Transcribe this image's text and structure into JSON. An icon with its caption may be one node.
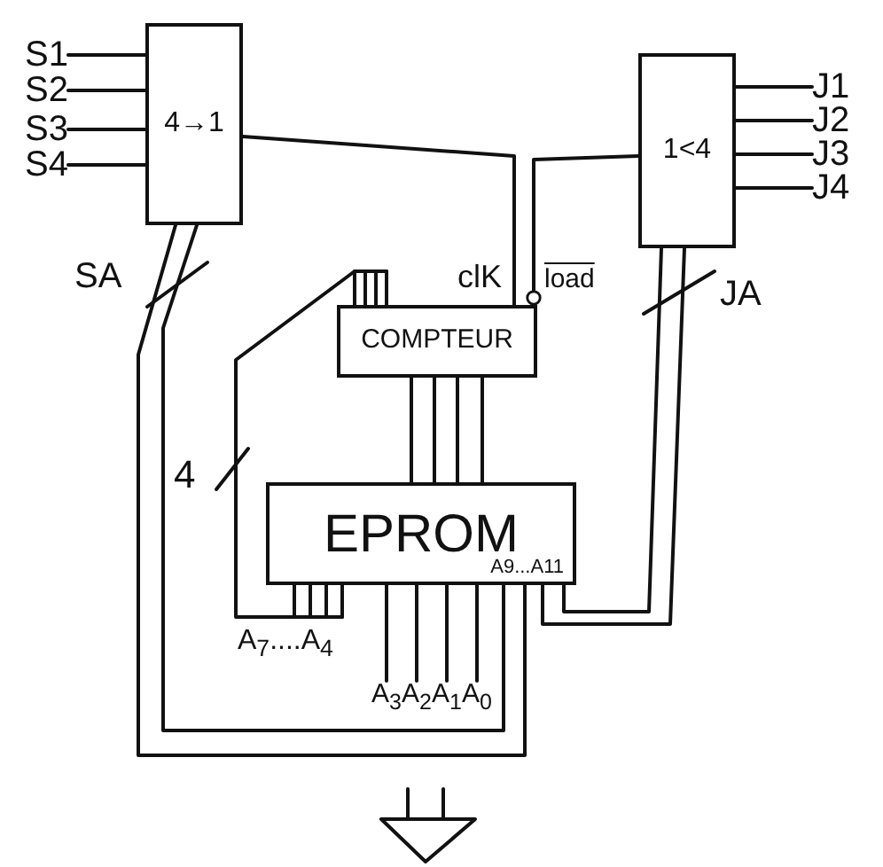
{
  "diagram": {
    "nodes": [
      {
        "text": [
          "4→1"
        ]
      },
      {
        "text": [
          "S1"
        ]
      },
      {
        "text": [
          "S2"
        ]
      },
      {
        "text": [
          "S3"
        ]
      },
      {
        "text": [
          "S4"
        ]
      },
      {
        "text": [
          "1<4"
        ]
      },
      {
        "text": [
          "J1"
        ]
      },
      {
        "text": [
          "J2"
        ]
      },
      {
        "text": [
          "J3"
        ]
      },
      {
        "text": [
          "J4"
        ]
      },
      {
        "text": [
          "COMPTEUR"
        ]
      },
      {
        "text": [
          "EPROM",
          "A9...A11"
        ]
      },
      {
        "text": [
          "A$_{3}$"
        ]
      },
      {
        "text": [
          "A$_{2}$"
        ]
      },
      {
        "text": [
          "A$_{1}$"
        ]
      },
      {
        "text": [
          "A$_{0}$"
        ]
      }
    ],
    "edges": [
      {
        "from": 1,
        "to": 0,
        "arrow": "none"
      },
      {
        "from": 2,
        "to": 0,
        "arrow": "none"
      },
      {
        "from": 3,
        "to": 0,
        "arrow": "none"
      },
      {
        "from": 4,
        "to": 0,
        "arrow": "none"
      },
      {
        "from": 5,
        "to": 6,
        "arrow": "none"
      },
      {
        "from": 5,
        "to": 7,
        "arrow": "none"
      },
      {
        "from": 5,
        "to": 8,
        "arrow": "none"
      },
      {
        "from": 5,
        "to": 9,
        "arrow": "none"
      },
      {
        "from": 0,
        "to": 10,
        "arrow": "none"
      },
      {
        "from": 5,
        "to": 10,
        "arrow": "other"
      },
      {
        "from": 0,
        "to": 11,
        "arrow": "none"
      },
      {
        "from": 0,
        "to": 11,
        "arrow": "none"
      },
      {
        "from": 5,
        "to": 11,
        "arrow": "none"
      },
      {
        "from": 5,
        "to": 11,
        "arrow": "none"
      },
      {
        "from": 10,
        "to": 11,
        "arrow": "none"
      },
      {
        "from": 10,
        "to": 11,
        "arrow": "none"
      },
      {
        "from": 10,
        "to": 11,
        "arrow": "none"
      },
      {
        "from": 10,
        "to": 11,
        "arrow": "none"
      },
      {
        "from": 10,
        "to": 11,
        "arrow": "none"
      },
      {
        "from": 11,
        "to": 12,
        "arrow": "none"
      },
      {
        "from": 11,
        "to": 13,
        "arrow": "none"
      },
      {
        "from": 11,
        "to": 14,
        "arrow": "none"
      },
      {
        "from": 11,
        "to": 15,
        "arrow": "none"
      }
    ],
    "labels": [
      "SA",
      "clK",
      "load",
      "JA",
      "4",
      "A$_{7}$....A$_{4}$"
    ]
  }
}
